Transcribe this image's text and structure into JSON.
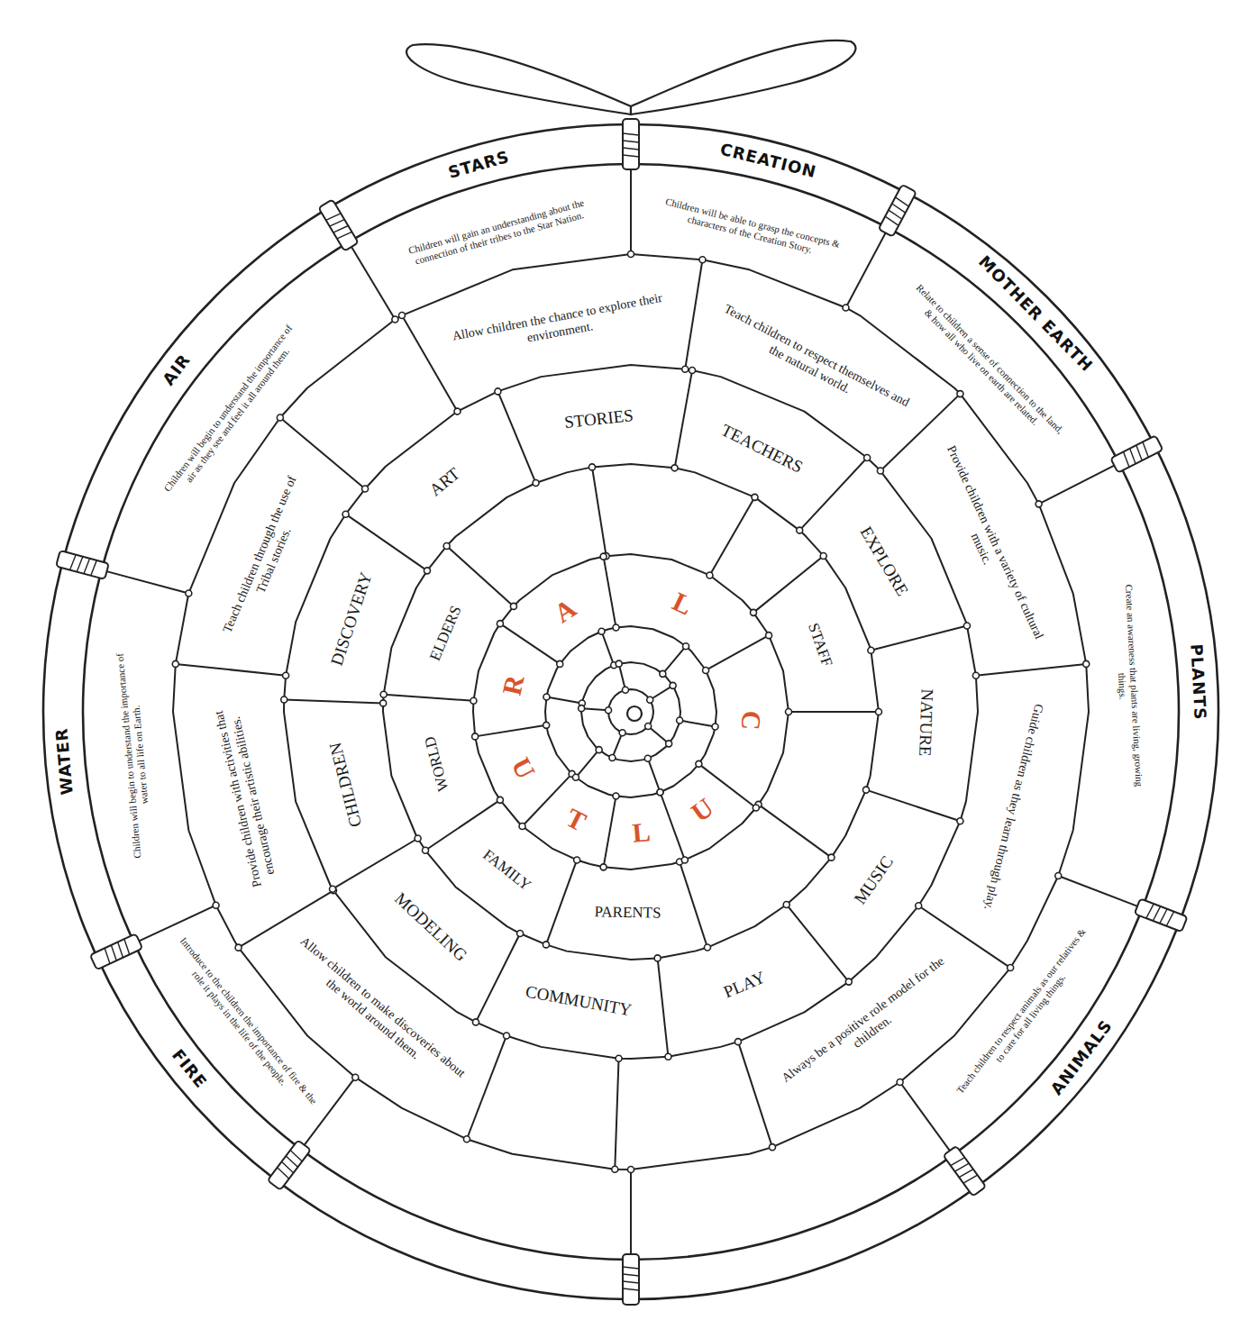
{
  "diagram": {
    "nodes": [
      {
        "text": [
          "STARS",
          "Children will gain an understanding about the connection of their tribes to the Star Nation."
        ]
      },
      {
        "text": [
          "CREATION",
          "Children will be able to grasp the concepts & characters of the Creation Story."
        ]
      },
      {
        "text": [
          "MOTHER EARTH",
          "Relate to children a sense of connection to the land, & how all who live on earth are related."
        ]
      },
      {
        "text": [
          "PLANTS",
          "Create an awareness that plants are living, growing things."
        ]
      },
      {
        "text": [
          "ANIMALS",
          "Teach children to respect animals as our relatives & to care for all living things."
        ]
      },
      {
        "text": [
          "FIRE",
          "Introduce to the children the importance of fire & the role it plays in the life of the people."
        ]
      },
      {
        "text": [
          "WATER",
          "Children will begin to understand the importance of water to all life on Earth."
        ]
      },
      {
        "text": [
          "AIR",
          "Children will begin to understand the importance of air as they see and feel it all around them."
        ]
      },
      {
        "text": [
          "Allow children the chance to explore their environment."
        ]
      },
      {
        "text": [
          "Teach children to respect themselves and the natural world."
        ]
      },
      {
        "text": [
          "Provide children with a variety of cultural music."
        ]
      },
      {
        "text": [
          "Guide children as they learn through play."
        ]
      },
      {
        "text": [
          "Always be a positive role model for the children."
        ]
      },
      {
        "text": [
          "Allow children to make discoveries about the world around them."
        ]
      },
      {
        "text": [
          "Provide children with activities that encourage their artistic abilities."
        ]
      },
      {
        "text": [
          "Teach children through the use of Tribal stories."
        ]
      },
      {
        "text": [
          "ART"
        ]
      },
      {
        "text": [
          "STORIES"
        ]
      },
      {
        "text": [
          "TEACHERS"
        ]
      },
      {
        "text": [
          "EXPLORE"
        ]
      },
      {
        "text": [
          "NATURE"
        ]
      },
      {
        "text": [
          "MUSIC"
        ]
      },
      {
        "text": [
          "PLAY"
        ]
      },
      {
        "text": [
          "COMMUNITY"
        ]
      },
      {
        "text": [
          "MODELING"
        ]
      },
      {
        "text": [
          "CHILDREN"
        ]
      },
      {
        "text": [
          "DISCOVERY"
        ]
      },
      {
        "text": [
          "ELDERS"
        ]
      },
      {
        "text": [
          "STAFF"
        ]
      },
      {
        "text": [
          "WORLD"
        ]
      },
      {
        "text": [
          "FAMILY"
        ]
      },
      {
        "text": [
          "PARENTS"
        ]
      }
    ],
    "labels": [
      "C",
      "U",
      "L",
      "T",
      "U",
      "R",
      "A",
      "L"
    ]
  }
}
